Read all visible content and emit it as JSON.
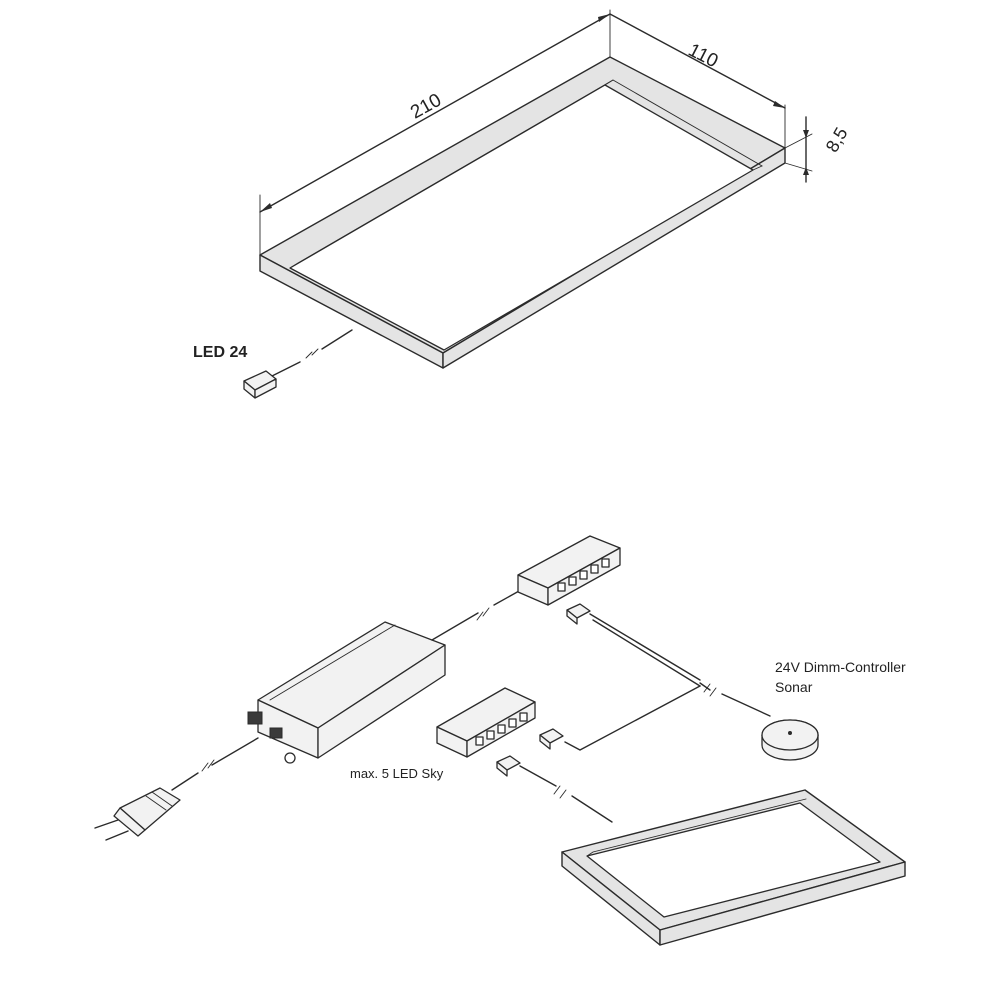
{
  "diagram": {
    "dimensions": {
      "length": "210",
      "width": "110",
      "height": "8,5"
    },
    "product_label": "LED 24",
    "controller_label_line1": "24V Dimm-Controller",
    "controller_label_line2": "Sonar",
    "distributor_label": "max. 5 LED Sky"
  }
}
